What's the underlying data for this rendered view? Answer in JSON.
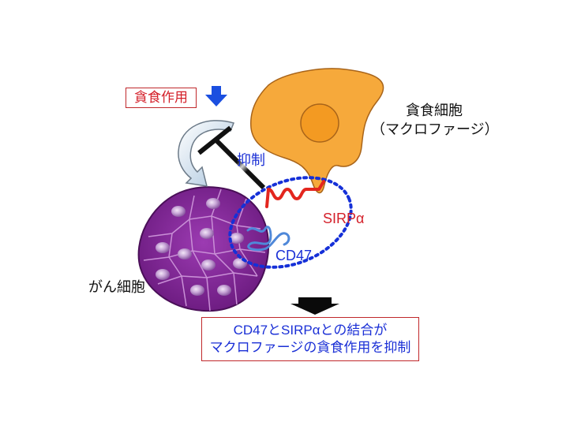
{
  "labels": {
    "phagocytosis": "貪食作用",
    "inhibition": "抑制",
    "phagocyte": "貪食細胞",
    "macrophage": "（マクロファージ）",
    "sirpa": "SIRPα",
    "cd47": "CD47",
    "cancer_cells": "がん細胞"
  },
  "conclusion": {
    "line1": "CD47とSIRPαとの結合が",
    "line2": "マクロファージの貪食作用を抑制"
  },
  "colors": {
    "red_text": "#d4202a",
    "blue_text": "#1a2fd6",
    "macrophage_fill": "#f6a93b",
    "cancer_fill": "#7b1e8c",
    "sirpa": "#e3261e",
    "cd47": "#4f88d9",
    "dotted_ellipse": "#1530d8"
  }
}
